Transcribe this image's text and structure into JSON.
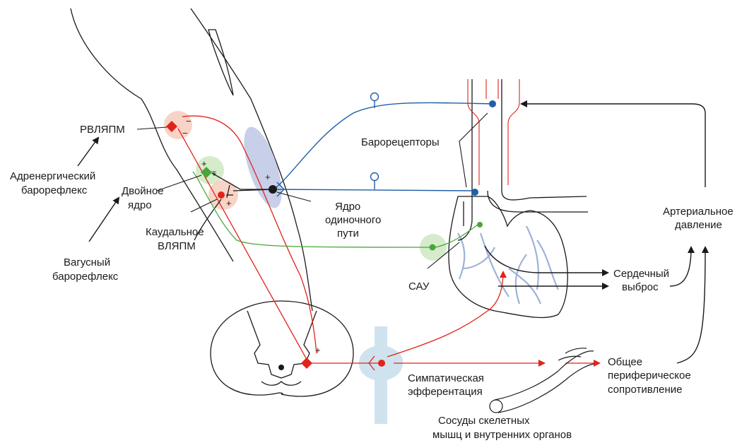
{
  "labels": {
    "rvlapm": "РВЛЯПМ",
    "adrenergic_1": "Адренергический",
    "adrenergic_2": "барорефлекс",
    "double_nucleus_1": "Двойное",
    "double_nucleus_2": "ядро",
    "caudal_1": "Каудальное",
    "caudal_2": "ВЛЯПМ",
    "vagal_1": "Вагусный",
    "vagal_2": "барорефлекс",
    "baroreceptors": "Барорецепторы",
    "nts_1": "Ядро",
    "nts_2": "одиночного",
    "nts_3": "пути",
    "sau": "САУ",
    "cardiac_output_1": "Сердечный",
    "cardiac_output_2": "выброс",
    "arterial_pressure_1": "Артериальное",
    "arterial_pressure_2": "давление",
    "sympathetic_1": "Симпатическая",
    "sympathetic_2": "эфферентация",
    "resistance_1": "Общее",
    "resistance_2": "периферическое",
    "resistance_3": "сопротивление",
    "vessels_1": "Сосуды скелетных",
    "vessels_2": "мышц и внутренних органов"
  },
  "signs": {
    "minus_rvlapm": "−",
    "minus_rvlapm_2": "−",
    "plus_double_1": "+",
    "plus_double_2": "+",
    "plus_caudal": "+",
    "plus_nts": "+",
    "plus_spinal": "+"
  },
  "colors": {
    "sympathetic": "#e2231a",
    "vagal": "#4aa63a",
    "baroreceptor": "#1f5fa8",
    "outline": "#1a1a1a",
    "nts_zone": "#b9c3e3",
    "heart_vessels": "#9fb2d8",
    "ganglion": "#cfe3ef"
  }
}
